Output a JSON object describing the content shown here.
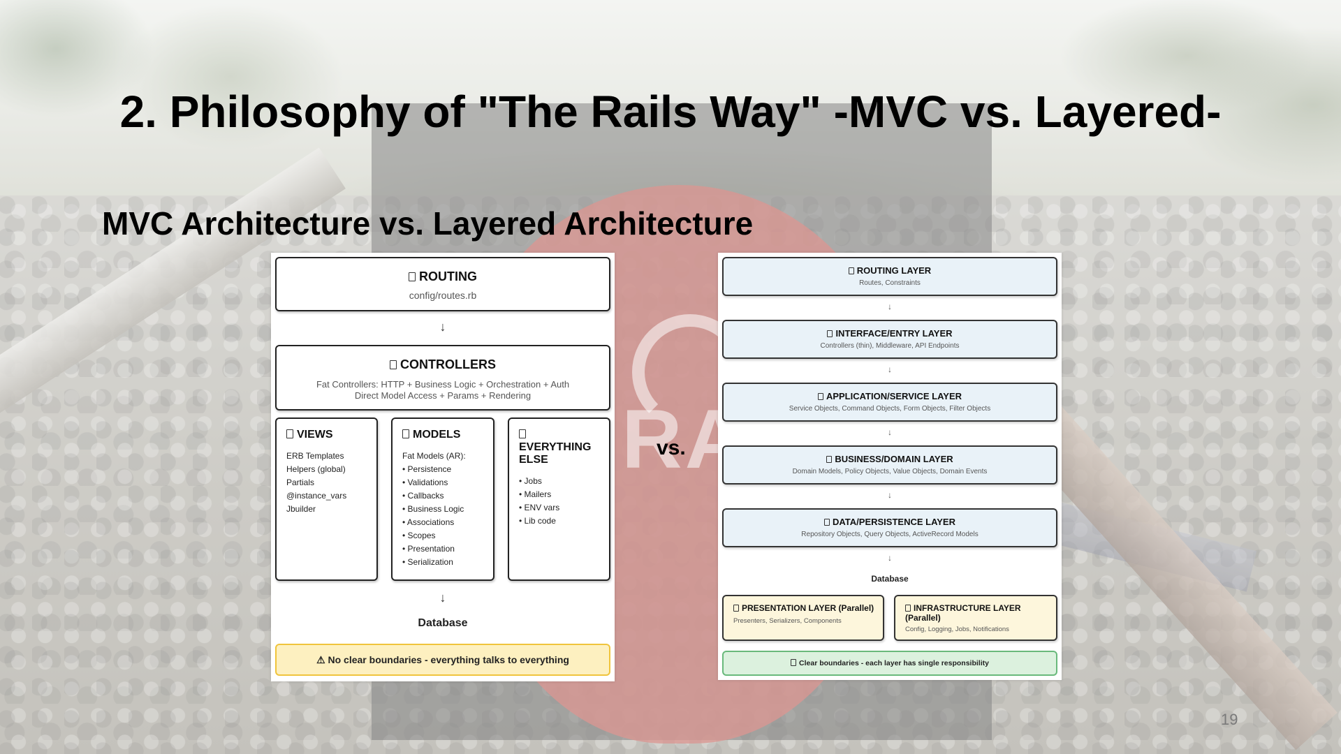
{
  "slide": {
    "title": "2. Philosophy of \"The Rails Way\" -MVC vs. Layered-",
    "subtitle": "MVC Architecture vs. Layered Architecture",
    "vs_label": "vs.",
    "page_number": "19"
  },
  "mvc": {
    "routing": {
      "title": "ROUTING",
      "subtitle": "config/routes.rb"
    },
    "arrow": "↓",
    "controllers": {
      "title": "CONTROLLERS",
      "line1": "Fat Controllers: HTTP + Business Logic + Orchestration + Auth",
      "line2": "Direct Model Access + Params + Rendering"
    },
    "columns": [
      {
        "title": "VIEWS",
        "items": [
          "ERB Templates",
          "Helpers (global)",
          "Partials",
          "@instance_vars",
          "Jbuilder"
        ]
      },
      {
        "title": "MODELS",
        "items": [
          "Fat Models (AR):",
          "• Persistence",
          "• Validations",
          "• Callbacks",
          "• Business Logic",
          "• Associations",
          "• Scopes",
          "• Presentation",
          "• Serialization"
        ]
      },
      {
        "title_line1": "EVERYTHING",
        "title_line2": "ELSE",
        "items": [
          "• Jobs",
          "• Mailers",
          "• ENV vars",
          "• Lib code"
        ]
      }
    ],
    "database": "Database",
    "warning": "⚠ No clear boundaries - everything talks to everything"
  },
  "layered": {
    "arrow": "↓",
    "layers": [
      {
        "title": "ROUTING LAYER",
        "subtitle": "Routes, Constraints"
      },
      {
        "title": "INTERFACE/ENTRY LAYER",
        "subtitle": "Controllers (thin), Middleware, API Endpoints"
      },
      {
        "title": "APPLICATION/SERVICE LAYER",
        "subtitle": "Service Objects, Command Objects, Form Objects, Filter Objects"
      },
      {
        "title": "BUSINESS/DOMAIN LAYER",
        "subtitle": "Domain Models, Policy Objects, Value Objects, Domain Events"
      },
      {
        "title": "DATA/PERSISTENCE LAYER",
        "subtitle": "Repository Objects, Query Objects, ActiveRecord Models"
      }
    ],
    "database": "Database",
    "presentation": {
      "title": "PRESENTATION LAYER (Parallel)",
      "subtitle": "Presenters, Serializers, Components"
    },
    "infrastructure": {
      "title_line1": "INFRASTRUCTURE LAYER",
      "title_line2": "(Parallel)",
      "subtitle": "Config, Logging, Jobs, Notifications"
    },
    "success": "Clear boundaries - each layer has single responsibility"
  },
  "colors": {
    "warning_bg": "#fdf0c0",
    "warning_border": "#f0c43c",
    "layer_bg": "#e9f2f8",
    "parallel_bg": "#fdf6dc",
    "success_bg": "#dcf1de",
    "success_border": "#69b97b",
    "logo_red": "#c9655f"
  },
  "icons": {
    "box_glyph": "missing-glyph-square-icon"
  }
}
